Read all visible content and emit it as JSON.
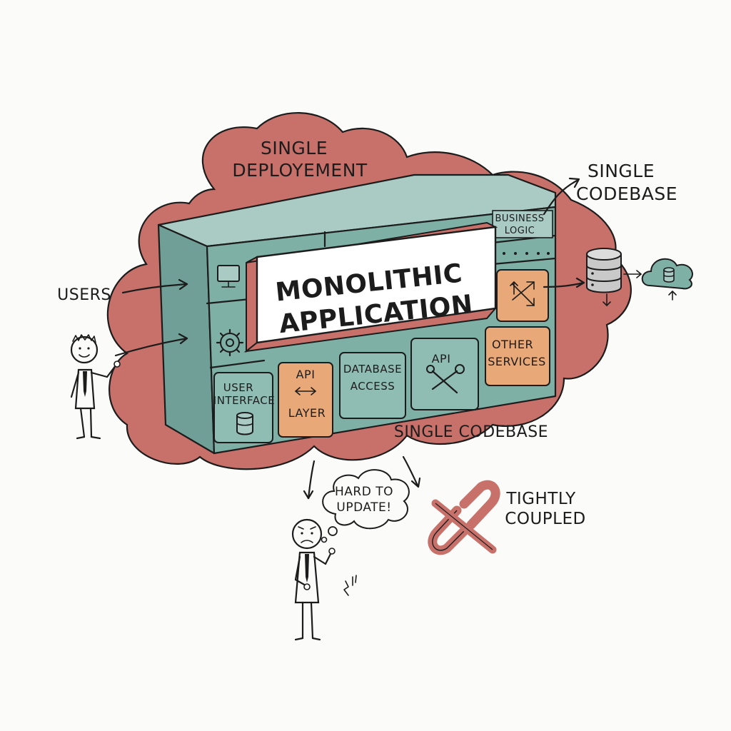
{
  "colors": {
    "background": "#fbfbf9",
    "cloud": "#c8716b",
    "box_front": "#7fb0a6",
    "box_side": "#6f9f96",
    "box_top": "#a9cbc3",
    "module_teal": "#8fbdb3",
    "module_orange": "#e9a877",
    "banner_stripe": "#c8716b",
    "ink": "#1c1c1c"
  },
  "labels": {
    "single_deployment": [
      "SINGLE",
      "DEPLOYEMENT"
    ],
    "single_codebase_top": [
      "SINGLE",
      "CODEBASE"
    ],
    "single_codebase_bottom": "SINGLE CODEBASE",
    "users": "USERS",
    "banner": [
      "MONOLITHIC",
      "APPLICATION"
    ],
    "business_logic": [
      "BUSINESS",
      "LOGIC"
    ],
    "other_services": [
      "OTHER",
      "SERVICES"
    ],
    "user_interface": [
      "USER",
      "INTERFACE"
    ],
    "api_layer": [
      "API",
      "LAYER"
    ],
    "database_access": [
      "DATABASE",
      "ACCESS"
    ],
    "api_tools": "API",
    "hard_to_update": [
      "HARD TO",
      "UPDATE!"
    ],
    "tightly_coupled": [
      "TIGHTLY",
      "COUPLED"
    ]
  },
  "icons": [
    "monitor-icon",
    "gear-icon",
    "database-icon",
    "arrows-icon",
    "wrench-icon",
    "server-stack-icon",
    "cloud-database-icon",
    "broken-chain-icon"
  ]
}
